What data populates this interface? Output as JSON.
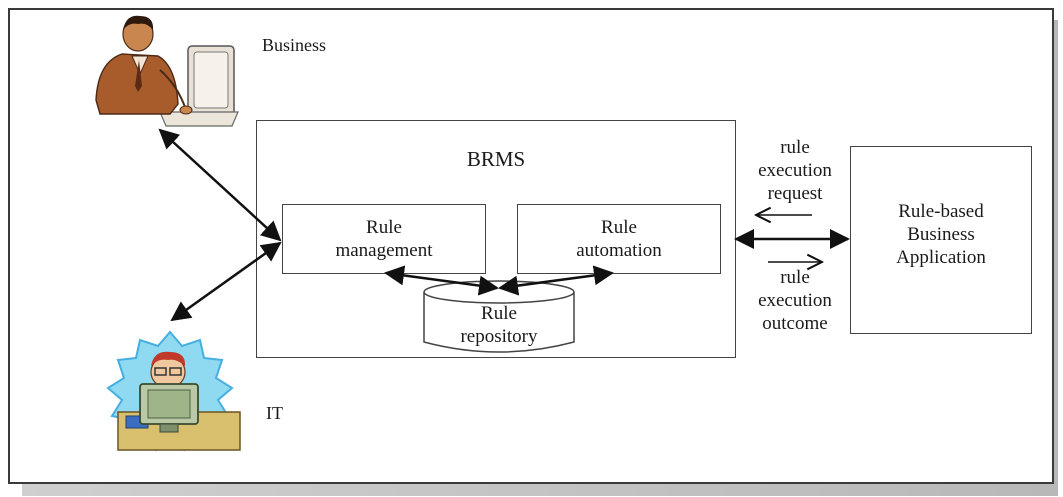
{
  "actors": {
    "business": {
      "label": "Business",
      "icon": "businessman-at-computer-icon"
    },
    "it": {
      "label": "IT",
      "icon": "it-person-at-computer-icon"
    }
  },
  "brms": {
    "title": "BRMS",
    "rule_management": [
      "Rule",
      "management"
    ],
    "rule_automation": [
      "Rule",
      "automation"
    ],
    "rule_repository": [
      "Rule",
      "repository"
    ]
  },
  "application": {
    "label": [
      "Rule-based",
      "Business",
      "Application"
    ]
  },
  "flows": {
    "request": [
      "rule",
      "execution",
      "request"
    ],
    "outcome": [
      "rule",
      "execution",
      "outcome"
    ]
  }
}
